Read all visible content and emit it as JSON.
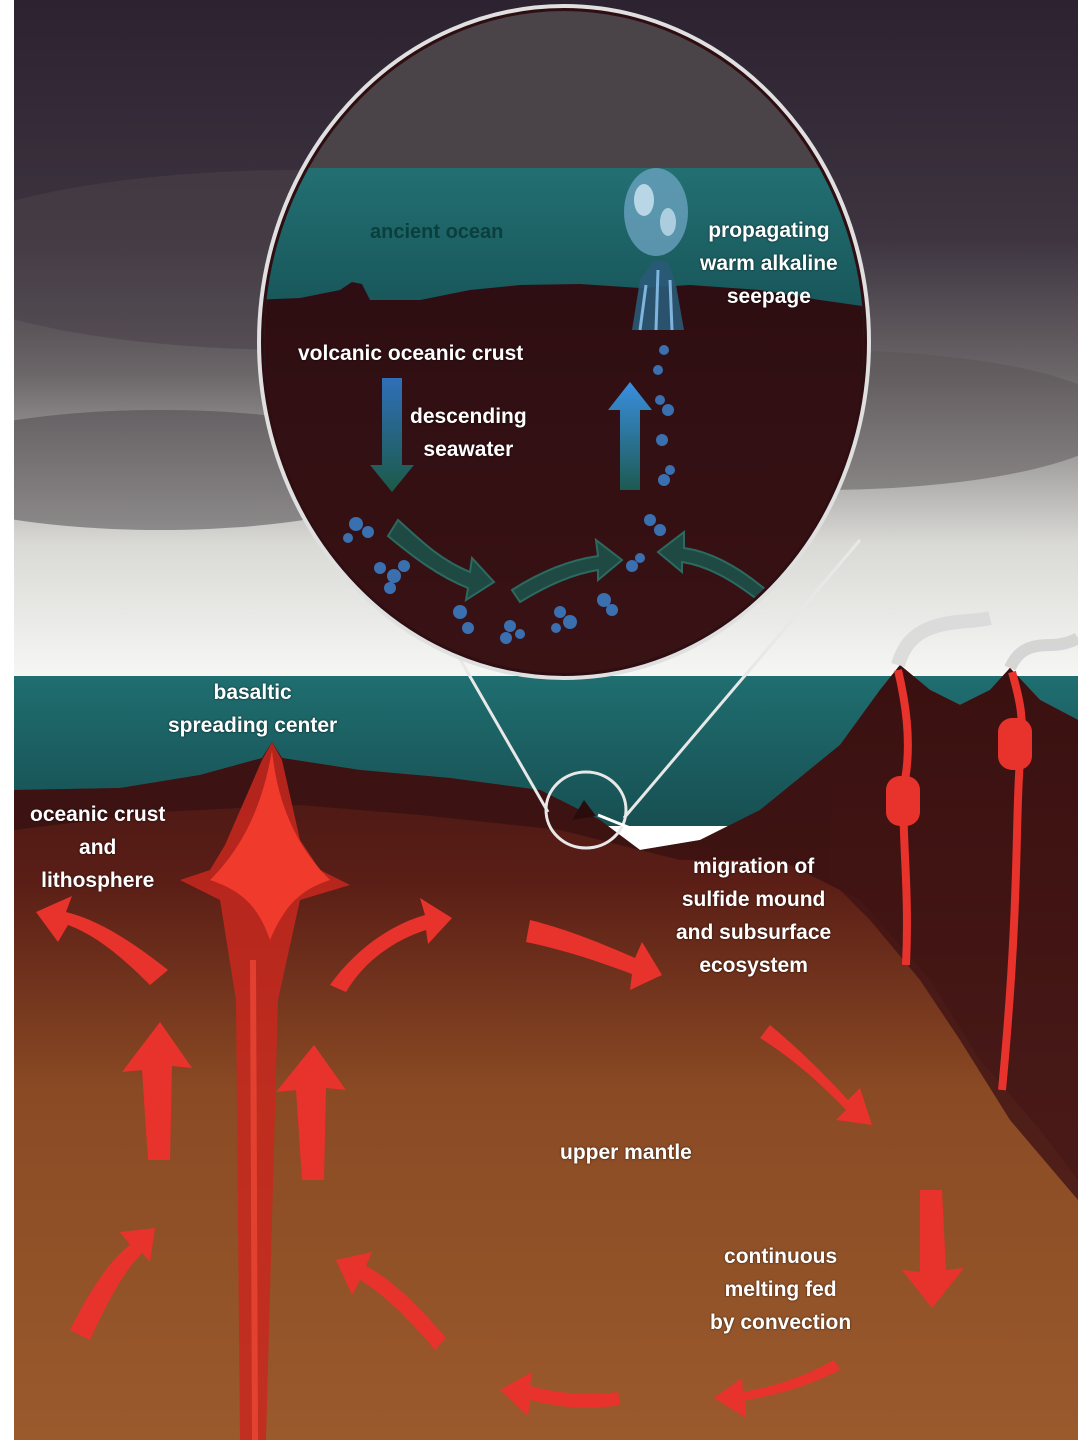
{
  "colors": {
    "sky_dark": "#2a1f2a",
    "sky_light": "#f2f2f2",
    "ocean": "#1f6a6d",
    "crust": "#3a1414",
    "mantle": "#8a4a24",
    "magma": "#e8322c",
    "water_arrow_dark": "#1f5a50",
    "water_arrow_blue": "#2f7fc6",
    "bubble": "#3a6fb0",
    "ancient_ocean_text": "#0a3f3e"
  },
  "icons": {
    "magma_arrow": "curved-arrow",
    "water_arrow": "straight-arrow",
    "callout": "magnifier-circle"
  },
  "labels": {
    "ancient_ocean": "ancient ocean",
    "propagating": [
      "propagating",
      "warm alkaline",
      "seepage"
    ],
    "volcanic_crust": "volcanic oceanic crust",
    "descending": [
      "descending",
      "seawater"
    ],
    "basaltic": [
      "basaltic",
      "spreading center"
    ],
    "oceanic_crust": [
      "oceanic crust",
      "and",
      "lithosphere"
    ],
    "migration": [
      "migration of",
      "sulfide mound",
      "and subsurface",
      "ecosystem"
    ],
    "upper_mantle": "upper mantle",
    "continuous": [
      "continuous",
      "melting fed",
      "by convection"
    ]
  }
}
